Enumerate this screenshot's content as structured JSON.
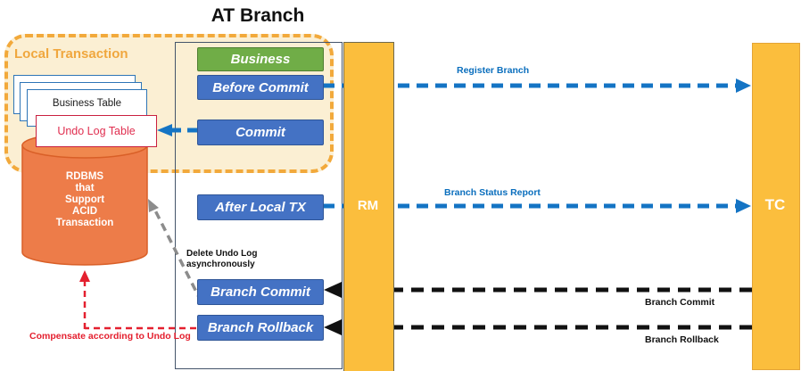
{
  "title": "AT Branch",
  "local_transaction": {
    "label": "Local Transaction",
    "business_table": "Business Table",
    "undo_log_table": "Undo Log Table"
  },
  "database": {
    "lines": [
      "RDBMS",
      "that",
      "Support",
      "ACID",
      "Transaction"
    ]
  },
  "steps": [
    {
      "label": "Business"
    },
    {
      "label": "Before Commit"
    },
    {
      "label": "Commit"
    },
    {
      "label": "After Local TX"
    },
    {
      "label": "Branch Commit"
    },
    {
      "label": "Branch Rollback"
    }
  ],
  "lanes": {
    "rm": "RM",
    "tc": "TC"
  },
  "messages": {
    "register_branch": "Register Branch",
    "branch_status_report": "Branch Status Report",
    "branch_commit": "Branch Commit",
    "branch_rollback": "Branch Rollback",
    "delete_undo_line1": "Delete Undo Log",
    "delete_undo_line2": "asynchronously",
    "compensate": "Compensate according to Undo Log"
  },
  "colors": {
    "lane_bar": "#FBBE3D",
    "step_blue": "#4472C4",
    "step_green": "#70AD47",
    "cream_fill": "#FBEFD3",
    "cream_border": "#F2A93B",
    "cylinder": "#ED7C49",
    "blue_arrow": "#1474C4",
    "black_arrow": "#111111",
    "gray_arrow": "#8C8C8C",
    "red_arrow": "#E4202F",
    "undo_text": "#E02E4F",
    "paper_border": "#2E75B6"
  }
}
